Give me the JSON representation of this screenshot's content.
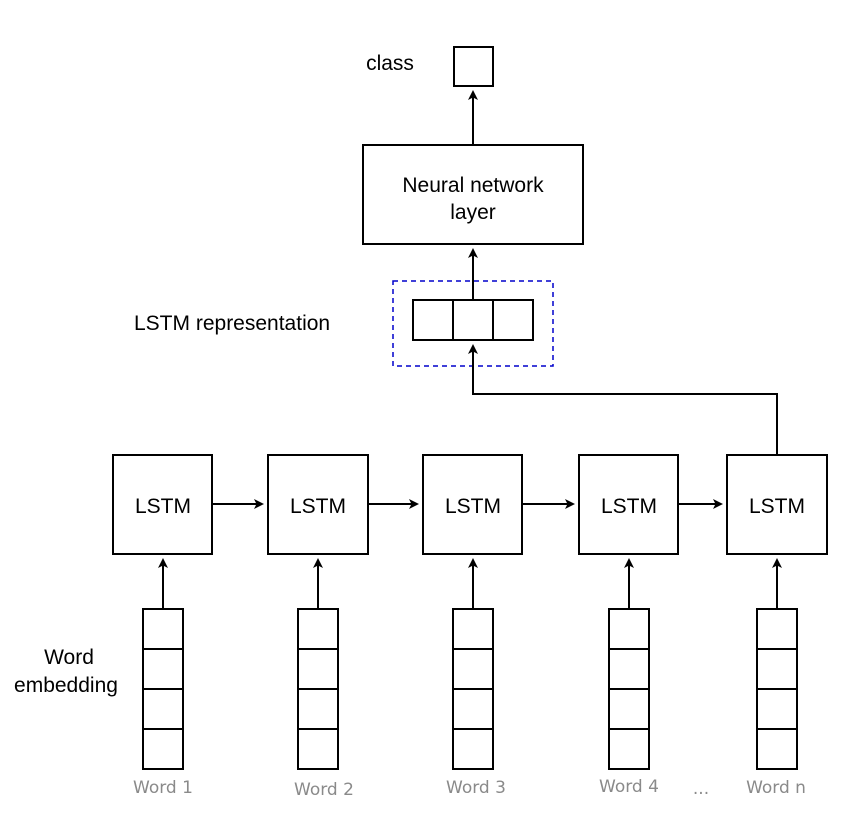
{
  "diagram": {
    "class_label": "class",
    "nn_layer": [
      "Neural network",
      "layer"
    ],
    "lstm_representation_label": "LSTM representation",
    "word_embedding_label": [
      "Word",
      "embedding"
    ],
    "lstm_cells": [
      "LSTM",
      "LSTM",
      "LSTM",
      "LSTM",
      "LSTM"
    ],
    "words": [
      "Word 1",
      "Word 2",
      "Word 3",
      "Word 4",
      "Word n"
    ],
    "ellipsis": "...",
    "colors": {
      "stroke": "#000000",
      "dashed_border": "#0000cc",
      "word_label": "#8a8a8a"
    }
  }
}
